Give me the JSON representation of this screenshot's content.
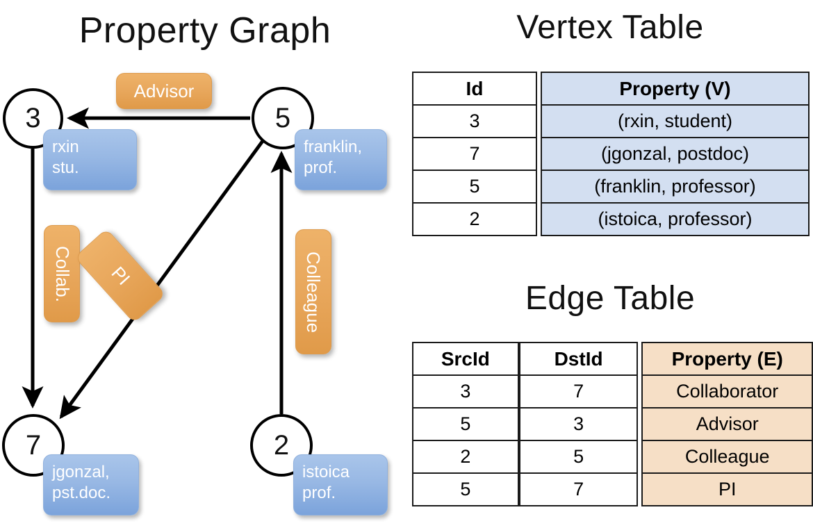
{
  "titles": {
    "property_graph": "Property Graph",
    "vertex_table": "Vertex Table",
    "edge_table": "Edge Table"
  },
  "graph": {
    "nodes": [
      {
        "id": "3",
        "property_lines": [
          "rxin",
          "stu."
        ]
      },
      {
        "id": "5",
        "property_lines": [
          "franklin,",
          "prof."
        ]
      },
      {
        "id": "7",
        "property_lines": [
          "jgonzal,",
          "pst.doc."
        ]
      },
      {
        "id": "2",
        "property_lines": [
          "istoica",
          "prof."
        ]
      }
    ],
    "node_labels": {
      "n3": "3",
      "n5": "5",
      "n7": "7",
      "n2": "2"
    },
    "property_boxes": {
      "rxin": {
        "line1": "rxin",
        "line2": "stu."
      },
      "franklin": {
        "line1": "franklin,",
        "line2": "prof."
      },
      "jgonzal": {
        "line1": "jgonzal,",
        "line2": "pst.doc."
      },
      "istoica": {
        "line1": "istoica",
        "line2": "prof."
      }
    },
    "edge_labels": {
      "advisor": "Advisor",
      "collab": "Collab.",
      "pi": "PI",
      "colleague": "Colleague"
    },
    "edges": [
      {
        "from": "5",
        "to": "3",
        "label": "Advisor"
      },
      {
        "from": "3",
        "to": "7",
        "label": "Collab."
      },
      {
        "from": "5",
        "to": "7",
        "label": "PI"
      },
      {
        "from": "2",
        "to": "5",
        "label": "Colleague"
      }
    ]
  },
  "vertex_table": {
    "headers": {
      "id": "Id",
      "property": "Property (V)"
    },
    "rows": [
      {
        "id": "3",
        "property": "(rxin, student)"
      },
      {
        "id": "7",
        "property": "(jgonzal, postdoc)"
      },
      {
        "id": "5",
        "property": "(franklin, professor)"
      },
      {
        "id": "2",
        "property": "(istoica, professor)"
      }
    ]
  },
  "edge_table": {
    "headers": {
      "src": "SrcId",
      "dst": "DstId",
      "property": "Property (E)"
    },
    "rows": [
      {
        "src": "3",
        "dst": "7",
        "property": "Collaborator"
      },
      {
        "src": "5",
        "dst": "3",
        "property": "Advisor"
      },
      {
        "src": "2",
        "dst": "5",
        "property": "Colleague"
      },
      {
        "src": "5",
        "dst": "7",
        "property": "PI"
      }
    ]
  },
  "colors": {
    "vertex_fill": "#d3dff1",
    "edge_fill": "#f6dfc6",
    "property_box_blue": "#9dbce6",
    "edge_label_orange": "#e8a75c",
    "stroke": "#000000"
  }
}
